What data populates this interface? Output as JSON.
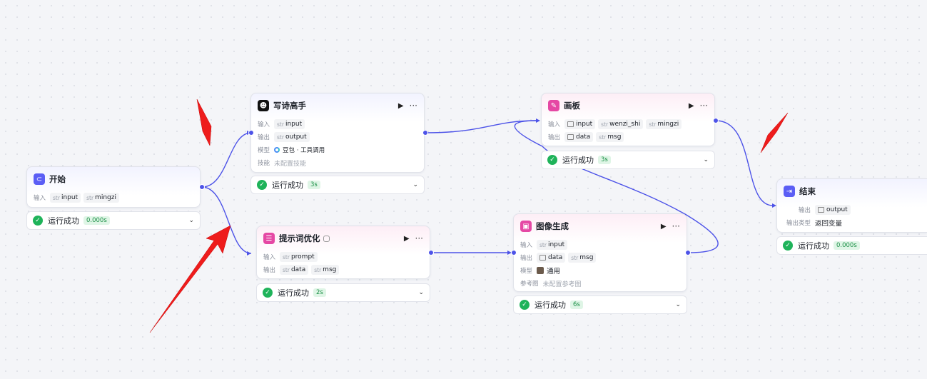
{
  "nodes": {
    "start": {
      "title": "开始",
      "input_label": "输入",
      "inputs": [
        {
          "type": "str",
          "name": "input"
        },
        {
          "type": "str",
          "name": "mingzi"
        }
      ],
      "status": {
        "text": "运行成功",
        "time": "0.000s"
      }
    },
    "poet": {
      "title": "写诗高手",
      "input_label": "输入",
      "output_label": "输出",
      "model_label": "模型",
      "skill_label": "技能",
      "inputs": [
        {
          "type": "str",
          "name": "input"
        }
      ],
      "outputs": [
        {
          "type": "str",
          "name": "output"
        }
      ],
      "model": "豆包 · 工具调用",
      "skill": "未配置技能",
      "status": {
        "text": "运行成功",
        "time": "3s"
      }
    },
    "prompt_opt": {
      "title": "提示词优化",
      "input_label": "输入",
      "output_label": "输出",
      "inputs": [
        {
          "type": "str",
          "name": "prompt"
        }
      ],
      "outputs": [
        {
          "type": "str",
          "name": "data"
        },
        {
          "type": "str",
          "name": "msg"
        }
      ],
      "status": {
        "text": "运行成功",
        "time": "2s"
      }
    },
    "canvas": {
      "title": "画板",
      "input_label": "输入",
      "output_label": "输出",
      "inputs": [
        {
          "type": "img",
          "name": "input"
        },
        {
          "type": "str",
          "name": "wenzi_shi"
        },
        {
          "type": "str",
          "name": "mingzi"
        }
      ],
      "outputs": [
        {
          "type": "img",
          "name": "data"
        },
        {
          "type": "str",
          "name": "msg"
        }
      ],
      "status": {
        "text": "运行成功",
        "time": "3s"
      }
    },
    "image_gen": {
      "title": "图像生成",
      "input_label": "输入",
      "output_label": "输出",
      "model_label": "模型",
      "ref_label": "参考图",
      "inputs": [
        {
          "type": "str",
          "name": "input"
        }
      ],
      "outputs": [
        {
          "type": "img",
          "name": "data"
        },
        {
          "type": "str",
          "name": "msg"
        }
      ],
      "model": "通用",
      "ref": "未配置参考图",
      "status": {
        "text": "运行成功",
        "time": "6s"
      }
    },
    "end": {
      "title": "结束",
      "output_label": "输出",
      "output_type_label": "输出类型",
      "outputs": [
        {
          "type": "img",
          "name": "output"
        }
      ],
      "output_type": "返回变量",
      "status": {
        "text": "运行成功",
        "time": "0.000s"
      }
    }
  },
  "colors": {
    "edge": "#4d53e8",
    "annotation": "#ee1c1c",
    "success": "#1fb35a"
  }
}
